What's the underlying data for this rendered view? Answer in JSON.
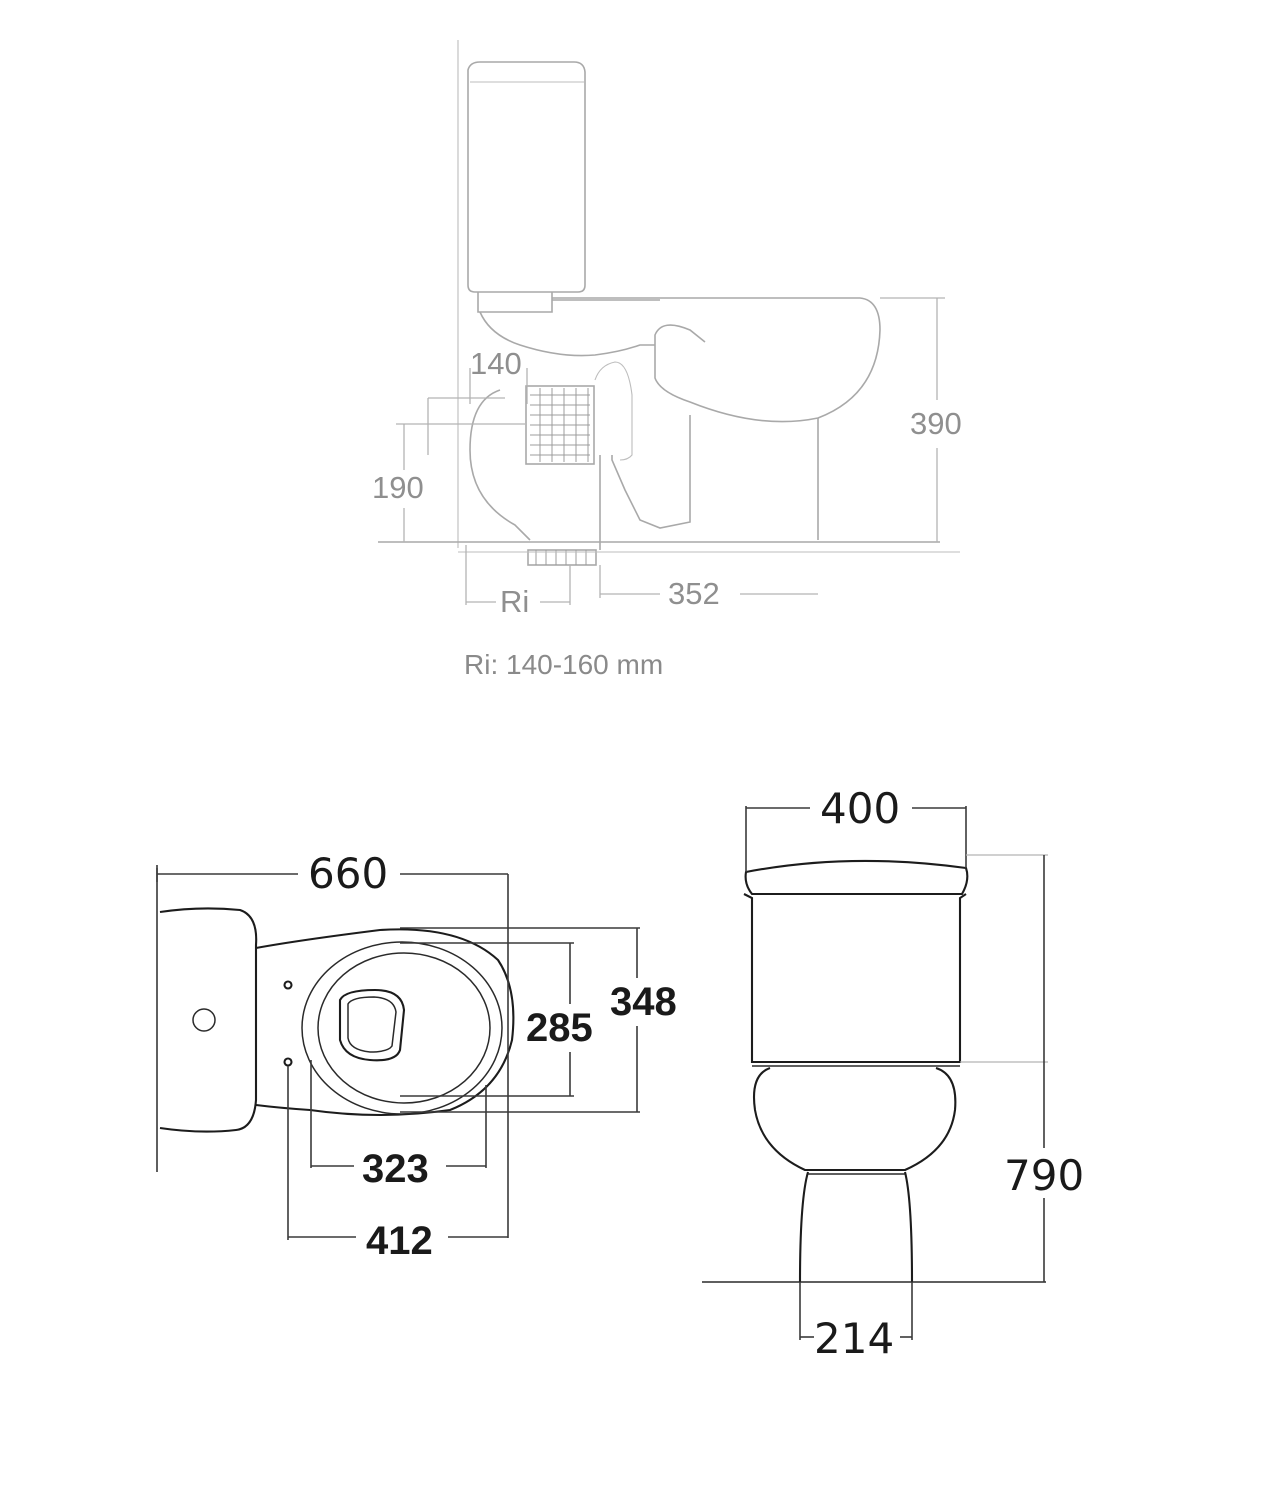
{
  "side_view": {
    "dimensions": {
      "outlet_offset": "140",
      "outlet_height": "190",
      "overall_height": "390",
      "rough_in": "Ri",
      "projection": "352"
    },
    "note": "Ri: 140-160 mm"
  },
  "plan_view": {
    "dimensions": {
      "overall_length": "660",
      "overall_width": "348",
      "seat_width": "285",
      "seat_length": "323",
      "fixing_distance": "412"
    }
  },
  "front_view": {
    "dimensions": {
      "cistern_width": "400",
      "overall_height": "790",
      "foot_width": "214"
    }
  }
}
